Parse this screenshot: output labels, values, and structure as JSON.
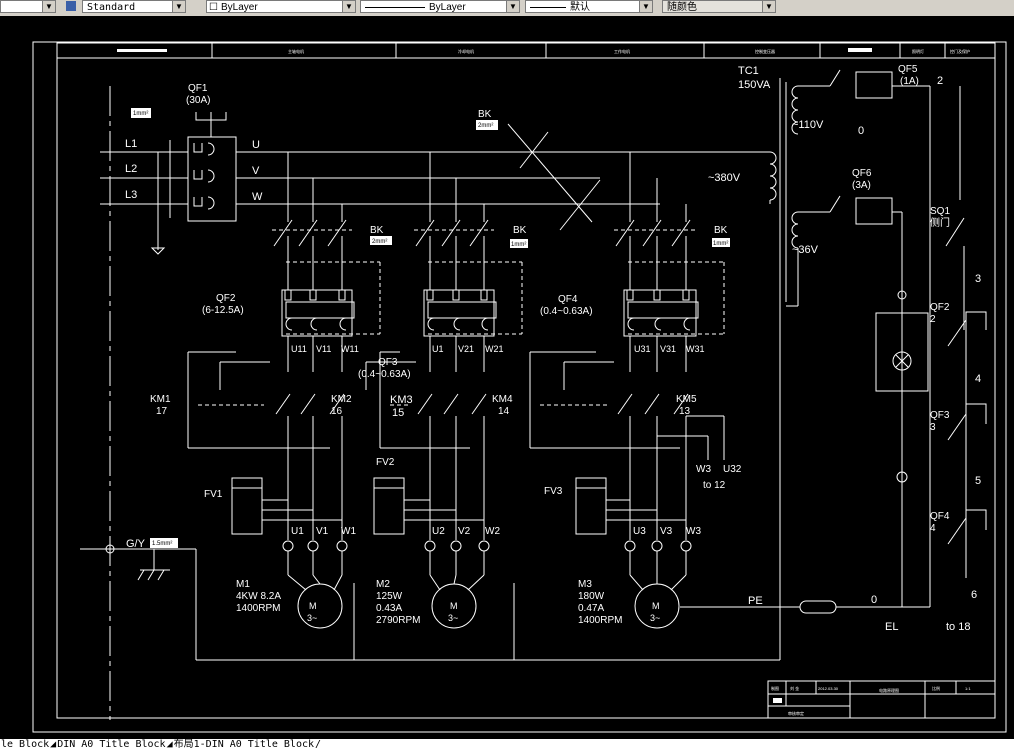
{
  "toolbar": {
    "text_style": "Standard",
    "linetype": "ByLayer",
    "lineweight_line": "ByLayer",
    "lineweight_default": "默认",
    "plot_style": "随颜色"
  },
  "tabs": [
    "le Block",
    "DIN A0 Title Block",
    "布局1-DIN A0 Title Block"
  ],
  "header_cells": [
    "主轴电机",
    "冷却电机",
    "工作电机",
    "控制变压器",
    "照明灯",
    "控门及保护"
  ],
  "labels": {
    "qf1": "QF1",
    "qf1_rating": "(30A)",
    "l1": "L1",
    "l2": "L2",
    "l3": "L3",
    "u": "U",
    "v": "V",
    "w": "W",
    "bk": "BK",
    "v380": "~380V",
    "qf2": "QF2",
    "qf2_rating": "(6-12.5A)",
    "qf3": "QF3",
    "qf3_rating": "(0.4~0.63A)",
    "qf4": "QF4",
    "qf4_rating": "(0.4~0.63A)",
    "u11": "U11",
    "v11": "V11",
    "w11": "W11",
    "u1b": "U1",
    "v21": "V21",
    "w21": "W21",
    "u31": "U31",
    "v31": "V31",
    "w31": "W31",
    "km1": "KM1",
    "km1_n": "17",
    "km2": "KM2",
    "km2_n": "16",
    "km3": "KM3",
    "km3_n": "15",
    "km4": "KM4",
    "km4_n": "14",
    "km5": "KM5",
    "km5_n": "13",
    "fv1": "FV1",
    "fv2": "FV2",
    "fv3": "FV3",
    "w3": "W3",
    "u32": "U32",
    "to12": "to 12",
    "u1": "U1",
    "v1": "V1",
    "w1": "W1",
    "u2": "U2",
    "v2": "V2",
    "w2": "W2",
    "u3": "U3",
    "v3": "V3",
    "w3b": "W3",
    "gy": "G/Y",
    "m1": "M1",
    "m1_p": "4KW 8.2A",
    "m1_r": "1400RPM",
    "m2": "M2",
    "m2_p": "125W",
    "m2_a": "0.43A",
    "m2_r": "2790RPM",
    "m3": "M3",
    "m3_p": "180W",
    "m3_a": "0.47A",
    "m3_r": "1400RPM",
    "motor": "M",
    "motor_sub": "3~",
    "pe": "PE",
    "zero": "0",
    "el": "EL",
    "tc1": "TC1",
    "tc1_rating": "150VA",
    "v110": "~110V",
    "v36": "~36V",
    "qf5": "QF5",
    "qf5_rating": "(1A)",
    "qf6": "QF6",
    "qf6_rating": "(3A)",
    "n2": "2",
    "n0": "0",
    "sq1": "SQ1",
    "sq1_sub": "侧门",
    "n3": "3",
    "qf2r": "QF2",
    "qf2r_n": "2",
    "n4": "4",
    "qf3r": "QF3",
    "qf3r_n": "3",
    "n5": "5",
    "qf4r": "QF4",
    "qf4r_n": "4",
    "n6": "6",
    "to18": "to 18"
  },
  "tags": {
    "t1": "1mm²",
    "t2": "2mm²",
    "t3": "2mm²",
    "t4": "1mm²",
    "t5": "1mm²",
    "t6": "1.5mm²"
  },
  "title_block": {
    "r1c1": "制图",
    "r1c2": "刘 金",
    "r1c3": "2012.03.30",
    "name": "电路原理图",
    "r1c5": "比例",
    "scale": "1:1",
    "r3c1": "审核审定"
  }
}
